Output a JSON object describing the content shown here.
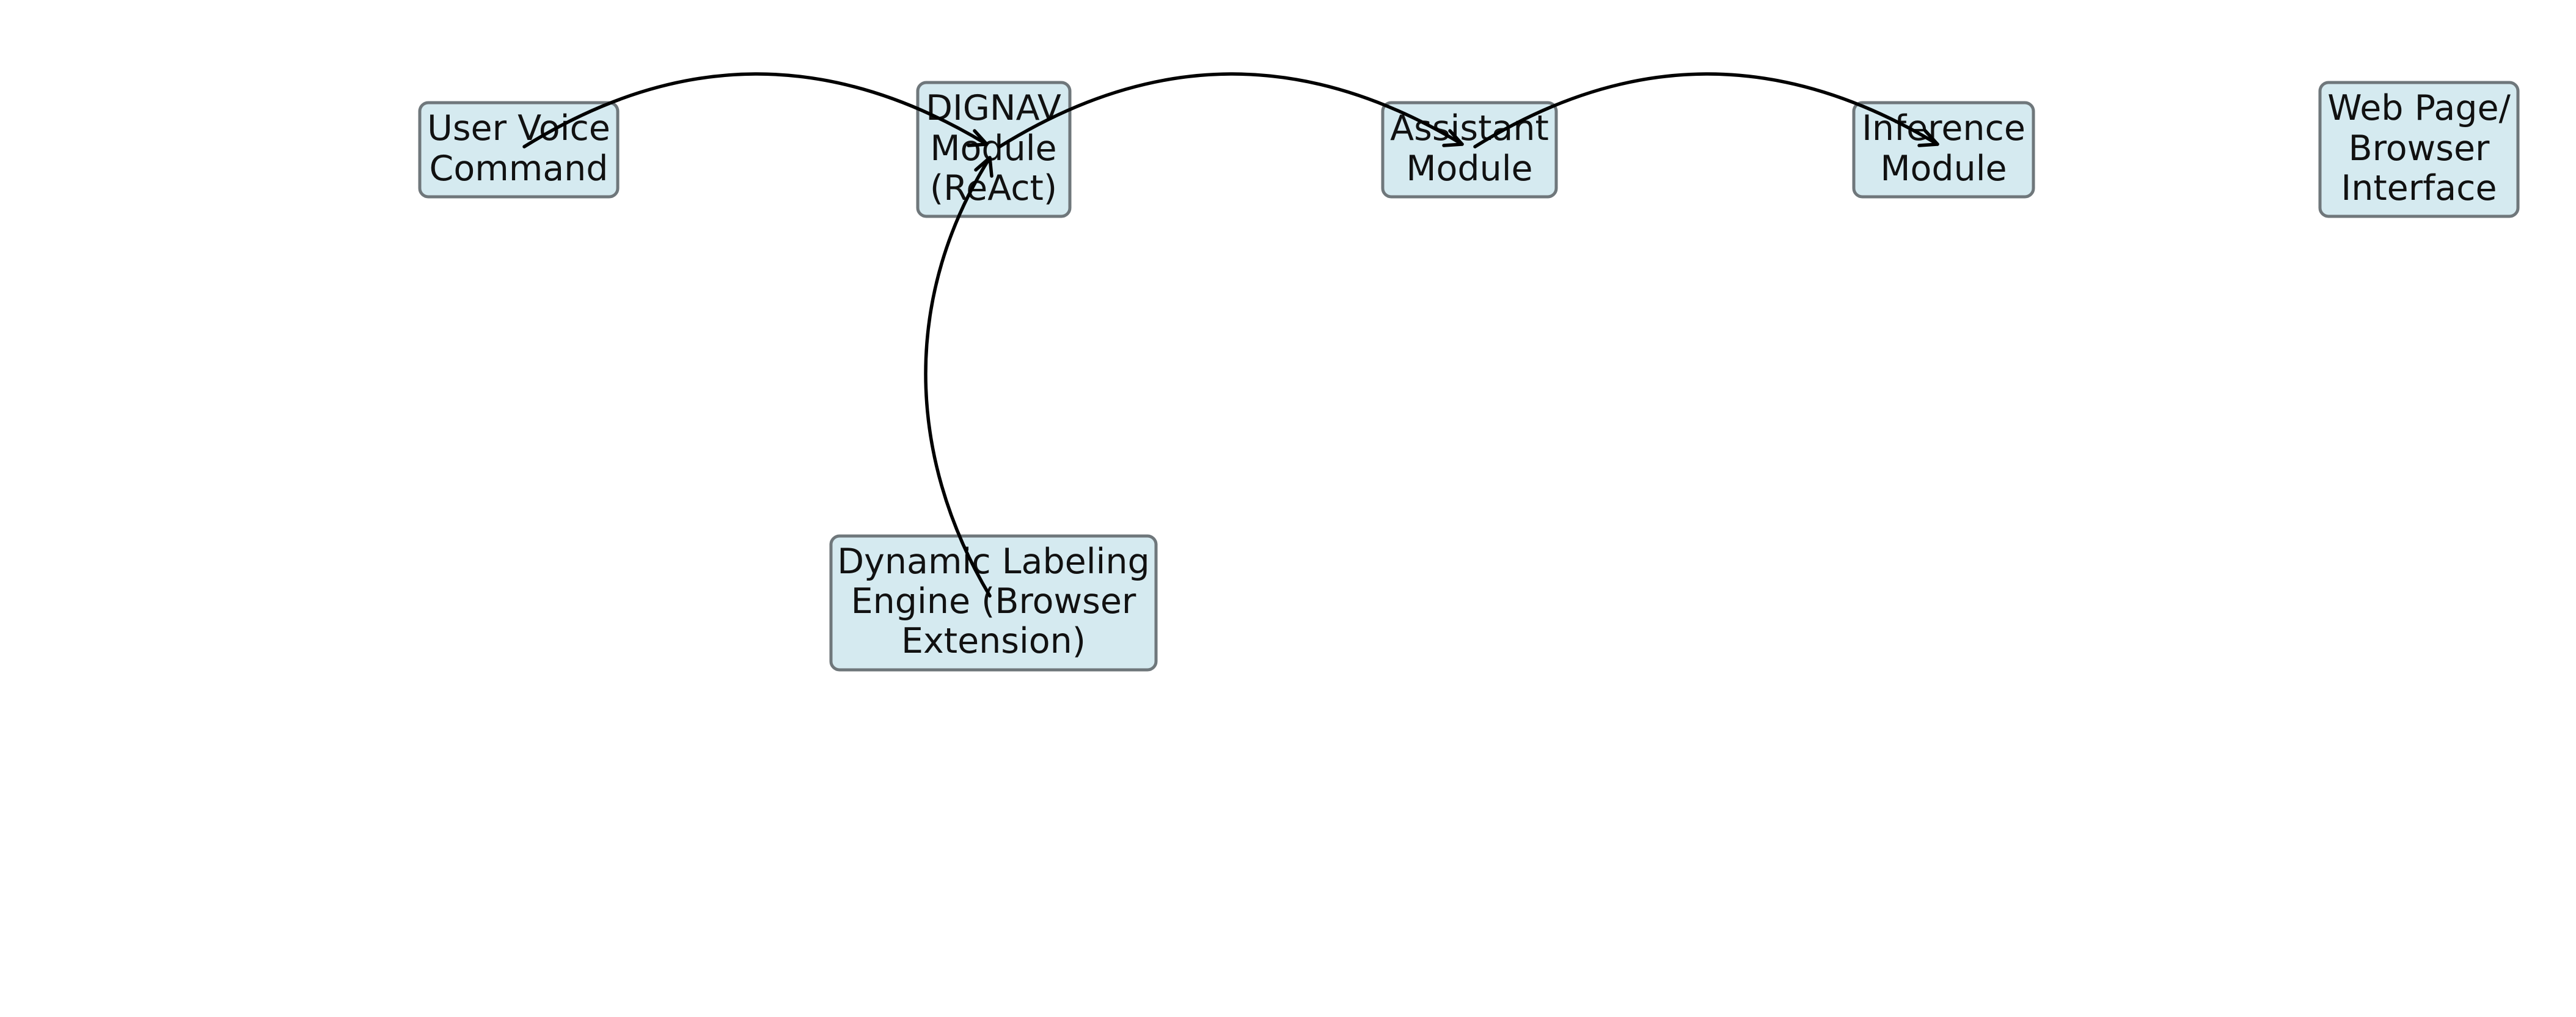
{
  "nodes": [
    {
      "id": "user-voice-command",
      "lines": [
        "User Voice",
        "Command"
      ]
    },
    {
      "id": "dignav-module",
      "lines": [
        "DIGNAV",
        "Module",
        "(ReAct)"
      ]
    },
    {
      "id": "assistant-module",
      "lines": [
        "Assistant",
        "Module"
      ]
    },
    {
      "id": "inference-module",
      "lines": [
        "Inference",
        "Module"
      ]
    },
    {
      "id": "web-page-browser-interface",
      "lines": [
        "Web Page/",
        "Browser",
        "Interface"
      ]
    },
    {
      "id": "dynamic-labeling-engine",
      "lines": [
        "Dynamic Labeling",
        "Engine (Browser",
        "Extension)"
      ]
    }
  ],
  "edges": [
    {
      "from": "user-voice-command",
      "to": "dignav-module"
    },
    {
      "from": "dignav-module",
      "to": "assistant-module"
    },
    {
      "from": "assistant-module",
      "to": "inference-module"
    },
    {
      "from": "dynamic-labeling-engine",
      "to": "dignav-module"
    }
  ],
  "colors": {
    "node_fill": "#d5eaf0",
    "node_border": "#6f777b",
    "edge": "#000000",
    "text": "#111111"
  }
}
